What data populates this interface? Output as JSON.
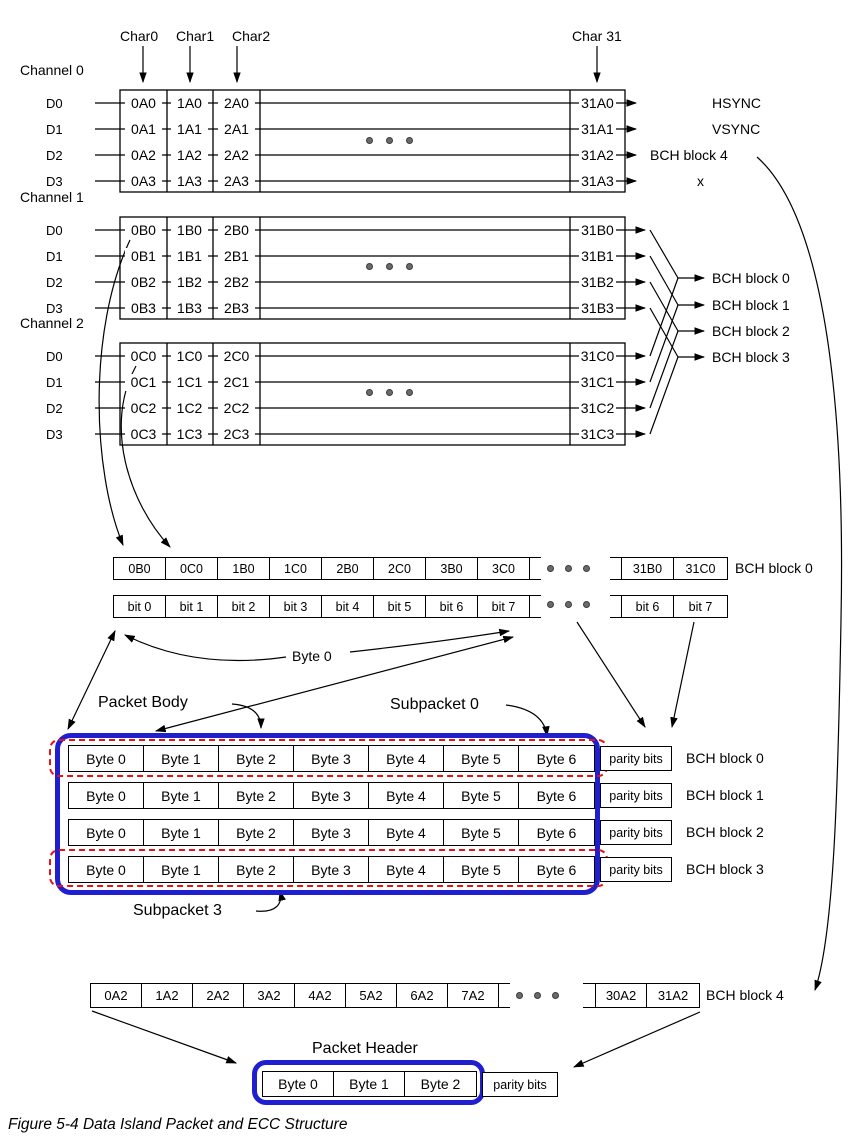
{
  "caption": "Figure 5-4 Data Island Packet and ECC Structure",
  "char_labels": [
    "Char0",
    "Char1",
    "Char2",
    "Char 31"
  ],
  "channels": [
    {
      "name": "Channel 0",
      "data_lines": [
        "D0",
        "D1",
        "D2",
        "D3"
      ],
      "cells": [
        [
          "0A0",
          "1A0",
          "2A0",
          "31A0"
        ],
        [
          "0A1",
          "1A1",
          "2A1",
          "31A1"
        ],
        [
          "0A2",
          "1A2",
          "2A2",
          "31A2"
        ],
        [
          "0A3",
          "1A3",
          "2A3",
          "31A3"
        ]
      ],
      "outputs": [
        "HSYNC",
        "VSYNC",
        "BCH block 4",
        "x"
      ]
    },
    {
      "name": "Channel 1",
      "data_lines": [
        "D0",
        "D1",
        "D2",
        "D3"
      ],
      "cells": [
        [
          "0B0",
          "1B0",
          "2B0",
          "31B0"
        ],
        [
          "0B1",
          "1B1",
          "2B1",
          "31B1"
        ],
        [
          "0B2",
          "1B2",
          "2B2",
          "31B2"
        ],
        [
          "0B3",
          "1B3",
          "2B3",
          "31B3"
        ]
      ]
    },
    {
      "name": "Channel 2",
      "data_lines": [
        "D0",
        "D1",
        "D2",
        "D3"
      ],
      "cells": [
        [
          "0C0",
          "1C0",
          "2C0",
          "31C0"
        ],
        [
          "0C1",
          "1C1",
          "2C1",
          "31C1"
        ],
        [
          "0C2",
          "1C2",
          "2C2",
          "31C2"
        ],
        [
          "0C3",
          "1C3",
          "2C3",
          "31C3"
        ]
      ]
    }
  ],
  "bch_block_outputs": [
    "BCH block 0",
    "BCH block 1",
    "BCH block 2",
    "BCH block 3"
  ],
  "bch0_row": {
    "cells": [
      "0B0",
      "0C0",
      "1B0",
      "1C0",
      "2B0",
      "2C0",
      "3B0",
      "3C0"
    ],
    "tail": [
      "31B0",
      "31C0"
    ],
    "label": "BCH block 0"
  },
  "bit_row": {
    "cells": [
      "bit 0",
      "bit 1",
      "bit 2",
      "bit 3",
      "bit 4",
      "bit 5",
      "bit 6",
      "bit 7"
    ],
    "tail": [
      "bit 6",
      "bit 7"
    ]
  },
  "byte0_label": "Byte 0",
  "packet_body": {
    "label": "Packet Body",
    "subpacket0_label": "Subpacket 0",
    "subpacket3_label": "Subpacket 3",
    "rows": [
      {
        "bytes": [
          "Byte 0",
          "Byte 1",
          "Byte 2",
          "Byte 3",
          "Byte 4",
          "Byte 5",
          "Byte 6"
        ],
        "parity": "parity bits",
        "label": "BCH block 0"
      },
      {
        "bytes": [
          "Byte 0",
          "Byte 1",
          "Byte 2",
          "Byte 3",
          "Byte 4",
          "Byte 5",
          "Byte 6"
        ],
        "parity": "parity bits",
        "label": "BCH block 1"
      },
      {
        "bytes": [
          "Byte 0",
          "Byte 1",
          "Byte 2",
          "Byte 3",
          "Byte 4",
          "Byte 5",
          "Byte 6"
        ],
        "parity": "parity bits",
        "label": "BCH block 2"
      },
      {
        "bytes": [
          "Byte 0",
          "Byte 1",
          "Byte 2",
          "Byte 3",
          "Byte 4",
          "Byte 5",
          "Byte 6"
        ],
        "parity": "parity bits",
        "label": "BCH block 3"
      }
    ]
  },
  "bch4_row": {
    "cells": [
      "0A2",
      "1A2",
      "2A2",
      "3A2",
      "4A2",
      "5A2",
      "6A2",
      "7A2"
    ],
    "tail": [
      "30A2",
      "31A2"
    ],
    "label": "BCH block 4"
  },
  "packet_header": {
    "label": "Packet Header",
    "bytes": [
      "Byte 0",
      "Byte 1",
      "Byte 2"
    ],
    "parity": "parity bits"
  },
  "colors": {
    "blue": "#1f1fd0",
    "red": "#e51414",
    "line": "#000000",
    "dot": "#6a6a6a"
  }
}
